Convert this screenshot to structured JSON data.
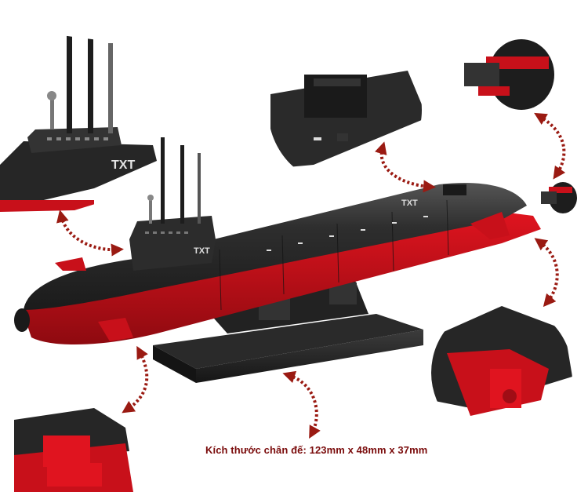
{
  "caption": "Kích thước chân đế: 123mm x 48mm x 37mm",
  "hull_marking": "TXT",
  "colors": {
    "hull_black": "#2b2b2b",
    "hull_dark": "#1a1a1a",
    "hull_highlight": "#4a4a4a",
    "hull_red": "#c8101a",
    "hull_red_dark": "#8e0a10",
    "arrow_red": "#9a1a12",
    "caption": "#7a0b0b"
  },
  "callouts": [
    {
      "name": "sail-closeup"
    },
    {
      "name": "deck-hatch-closeup"
    },
    {
      "name": "propeller-closeup"
    },
    {
      "name": "stern-fin-closeup"
    },
    {
      "name": "bow-plane-closeup"
    }
  ]
}
